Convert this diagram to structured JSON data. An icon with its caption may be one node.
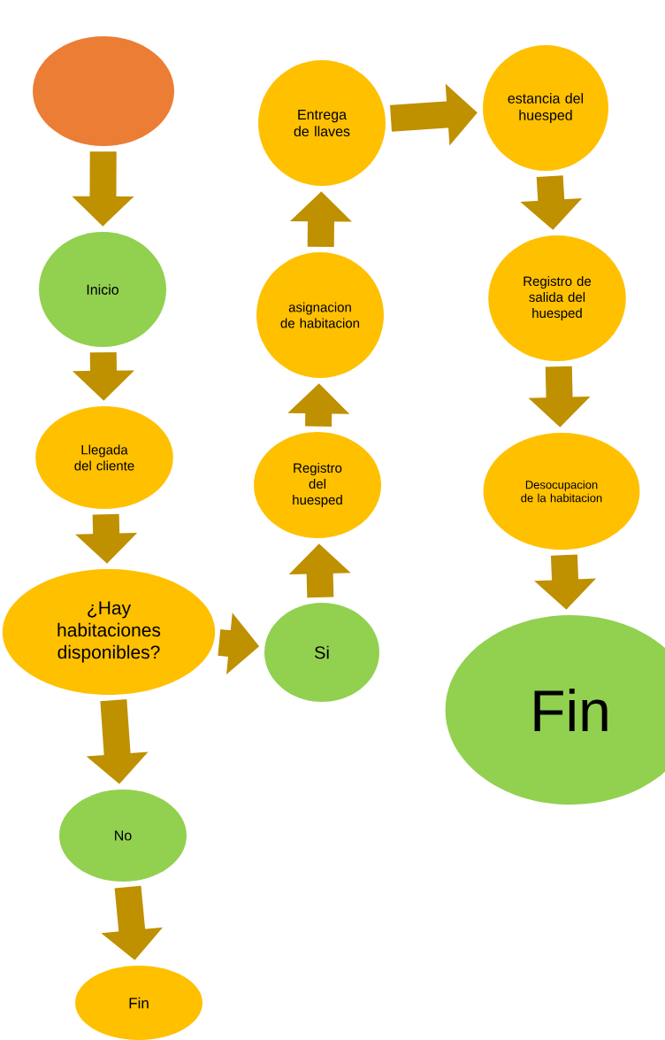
{
  "diagram": {
    "nodes": [
      {
        "text": [],
        "shape": "ellipse"
      },
      {
        "text": [
          "Inicio"
        ]
      },
      {
        "text": [
          "Llegada del cliente"
        ]
      },
      {
        "text": [
          "¿Hay habitaciones disponibles?"
        ]
      },
      {
        "text": [
          "Si"
        ]
      },
      {
        "text": [
          "Registro del huesped"
        ]
      },
      {
        "text": [
          "asignacion de habitacion"
        ]
      },
      {
        "text": [
          "Entrega de llaves"
        ]
      },
      {
        "text": [
          "estancia del huesped"
        ]
      },
      {
        "text": [
          "Registro de salida del huesped"
        ]
      },
      {
        "text": [
          "Desocupacion de la habitacion"
        ]
      },
      {
        "text": [
          "Fin"
        ]
      },
      {
        "text": [
          "No"
        ]
      },
      {
        "text": [
          "Fin"
        ]
      }
    ],
    "edges": [
      {
        "from": 0,
        "to": 1,
        "arrow": "to"
      },
      {
        "from": 1,
        "to": 2,
        "arrow": "to"
      },
      {
        "from": 2,
        "to": 3,
        "arrow": "to"
      },
      {
        "from": 3,
        "to": 4,
        "arrow": "to"
      },
      {
        "from": 4,
        "to": 5,
        "arrow": "to"
      },
      {
        "from": 5,
        "to": 6,
        "arrow": "to"
      },
      {
        "from": 6,
        "to": 7,
        "arrow": "to"
      },
      {
        "from": 7,
        "to": 8,
        "arrow": "to"
      },
      {
        "from": 8,
        "to": 9,
        "arrow": "to"
      },
      {
        "from": 9,
        "to": 10,
        "arrow": "to"
      },
      {
        "from": 10,
        "to": 11,
        "arrow": "to"
      },
      {
        "from": 3,
        "to": 12,
        "arrow": "to"
      },
      {
        "from": 12,
        "to": 13,
        "arrow": "to"
      }
    ]
  }
}
